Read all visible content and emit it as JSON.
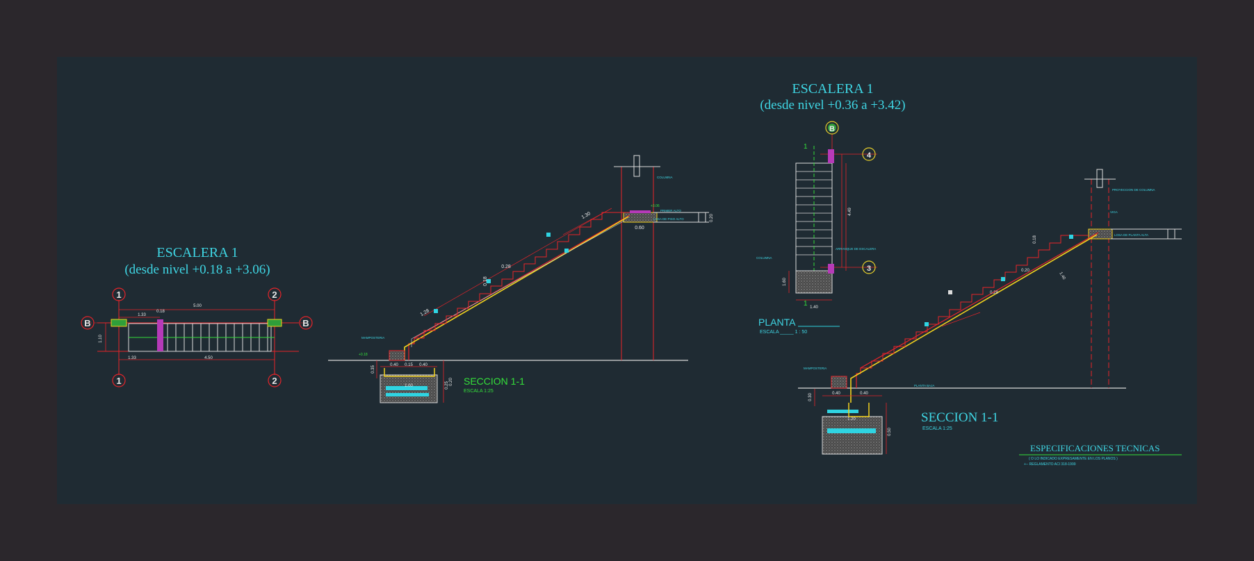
{
  "drawing": {
    "colors": {
      "background": "#2b272c",
      "sheet": "#1f2b33",
      "red": "#e8242a",
      "cyan": "#3fd6e4",
      "green": "#34e03a",
      "yellow": "#f3d21e",
      "magenta": "#b63ab8"
    }
  },
  "left": {
    "title": "ESCALERA 1",
    "subtitle": "(desde nivel +0.18 a +3.06)",
    "grid_top_1": "1",
    "grid_top_2": "2",
    "grid_bot_1": "1",
    "grid_bot_2": "2",
    "grid_left_b": "B",
    "grid_right_b": "B",
    "dim_total": "5.00",
    "dim_a": "1.33",
    "dim_b": "0.18",
    "dim_c": "1.33",
    "dim_d": "4.50",
    "dim_e": "1.10"
  },
  "mid": {
    "title": "SECCION  1-1",
    "scale": "ESCALA 1:25",
    "dim_top": "1.30",
    "dim_mid": "0.28",
    "dim_side": "0.18",
    "dim_land": "0.60",
    "dim_f1": "0.40",
    "dim_f2": "0.15",
    "dim_f3": "0.40",
    "dim_f4": "1.00",
    "dim_f5": "0.25",
    "dim_f6": "0.35",
    "dim_f7": "0.20",
    "dim_diag": "1.28",
    "dim_rt": "0.20",
    "lbl_col": "COLUMNA",
    "lbl_primer": "PRIMER ALTO",
    "lbl_losa": "LOSA DE PISO ALTO",
    "lbl_mamp": "MAMPOSTERIA",
    "lbl_nivel": "+0.18",
    "lbl_nivel_top": "+3.06"
  },
  "right_plan": {
    "title": "ESCALERA 1",
    "subtitle": "(desde nivel +0.36 a +3.42)",
    "grid_b": "B",
    "grid_4": "4",
    "grid_3": "3",
    "plan_label": "PLANTA",
    "plan_scale": "ESCALA _____ 1 : 50",
    "dim_len": "4.49",
    "dim_w": "1.40",
    "dim_h": "1.60",
    "lbl_arr": "ARRANQUE DE ESCALERA",
    "lbl_col": "COLUMNA",
    "mark_top": "1",
    "mark_bot": "1"
  },
  "right_sec": {
    "title": "SECCION  1-1",
    "scale": "ESCALA 1:25",
    "lbl_col": "PROYECCION DE COLUMNA",
    "lbl_viga": "VIGA",
    "lbl_losa": "LOSA DE PLANTA ALTA",
    "lbl_mamp": "MAMPOSTERIA",
    "lbl_planta": "PLANTA BAJA",
    "dim_f1": "0.40",
    "dim_f2": "0.40",
    "dim_f3": "1.20",
    "dim_f4": "0.50",
    "dim_f5": "0.30",
    "dim_s1": "0.20",
    "dim_s2": "0.28",
    "dim_s3": "0.18",
    "dim_s4": "1.40"
  },
  "specs": {
    "title": "ESPECIFICACIONES TECNICAS",
    "line1": "( O LO INDICADO EXPRESAMENTE EN LOS PLANOS )",
    "line2": "+-- REGLAMENTO ACI 318-1999"
  }
}
